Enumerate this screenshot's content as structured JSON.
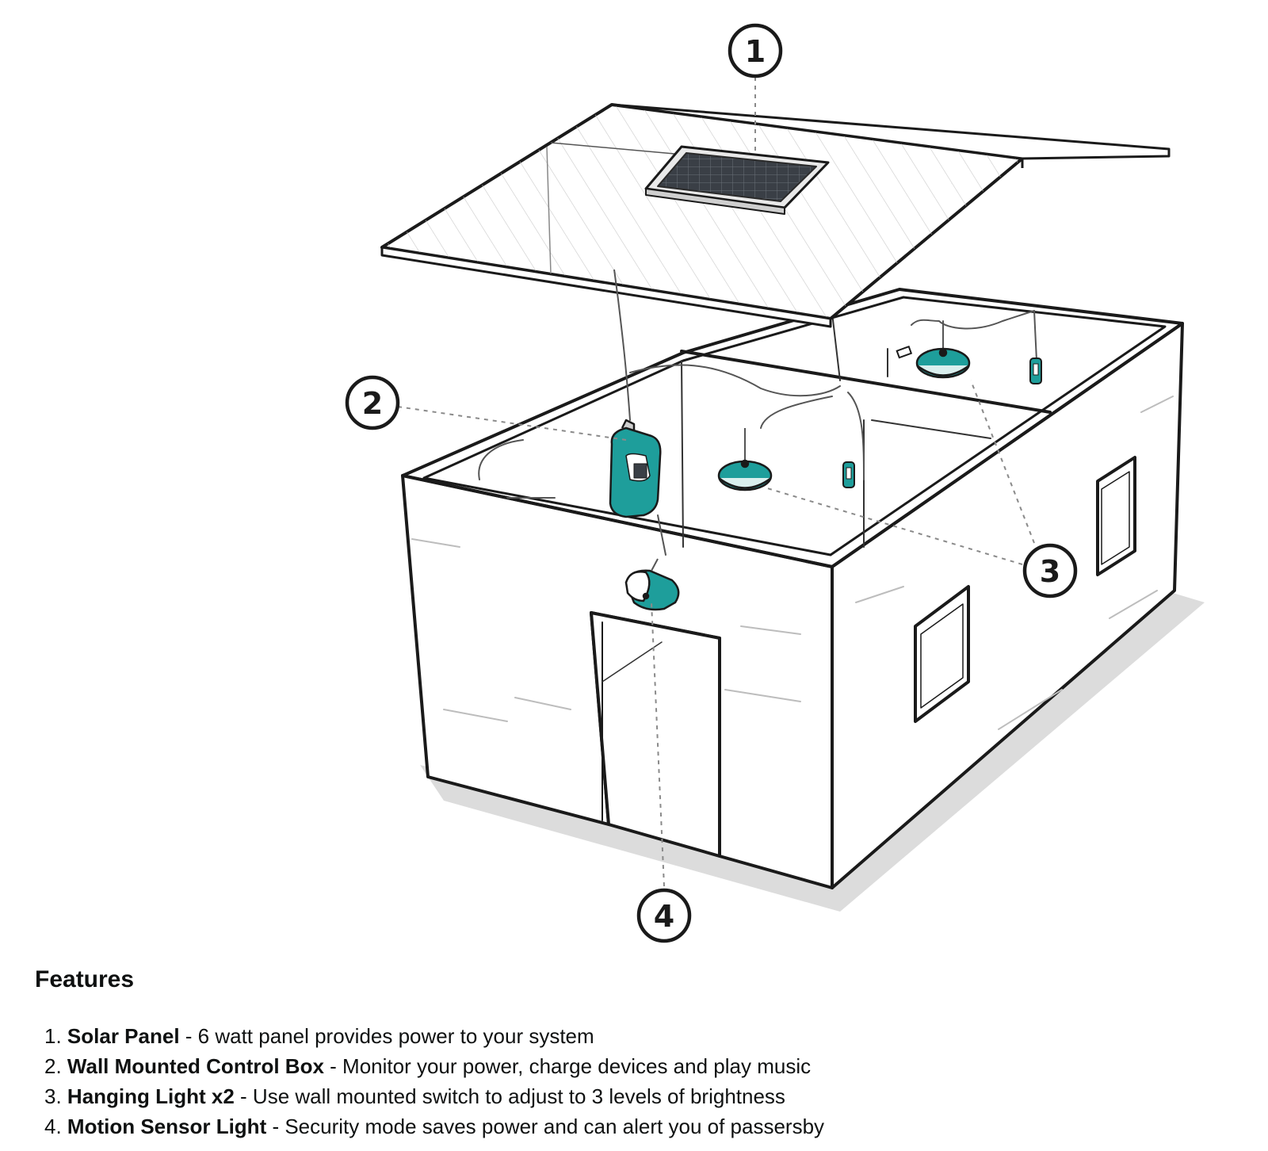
{
  "diagram": {
    "callouts": [
      {
        "number": "1"
      },
      {
        "number": "2"
      },
      {
        "number": "3"
      },
      {
        "number": "4"
      }
    ]
  },
  "features": {
    "title": "Features",
    "items": [
      {
        "number": "1.",
        "name": "Solar Panel",
        "separator": " - ",
        "description": "6 watt panel provides power to your system"
      },
      {
        "number": "2.",
        "name": "Wall Mounted Control Box",
        "separator": " - ",
        "description": "Monitor your power, charge devices and play music"
      },
      {
        "number": "3.",
        "name": "Hanging Light x2",
        "separator": " - ",
        "description": "Use wall mounted switch to adjust to 3 levels of brightness"
      },
      {
        "number": "4.",
        "name": "Motion Sensor Light",
        "separator": " - ",
        "description": "Security mode saves power and can alert you of passersby"
      }
    ]
  },
  "colors": {
    "line": "#1a1a1a",
    "device_teal": "#1e9e9b",
    "device_teal_dark": "#137a78",
    "shadow": "#d9d9d9",
    "text": "#0f1111"
  }
}
